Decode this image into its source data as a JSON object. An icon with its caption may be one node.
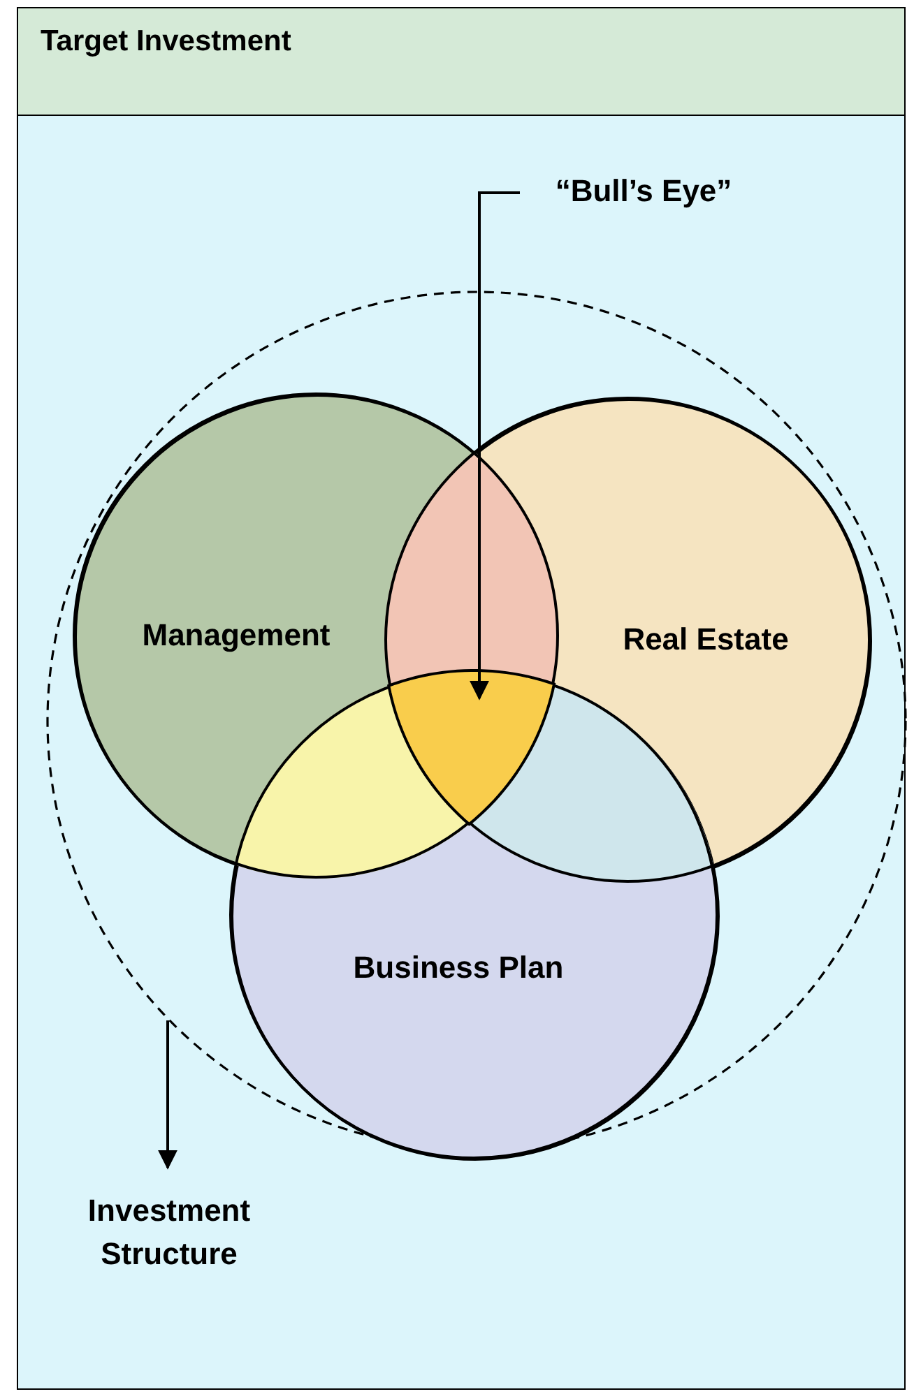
{
  "diagram": {
    "nodes": [
      {
        "text": [
          "Target Investment"
        ]
      },
      {
        "text": [],
        "shape": "circle",
        "in": 0
      },
      {
        "text": [
          "Management"
        ],
        "in": 1
      },
      {
        "text": [
          "Real Estate"
        ],
        "in": 1
      },
      {
        "text": [
          "Business Plan"
        ],
        "in": 1
      },
      {
        "text": [],
        "shape": "triangle"
      },
      {
        "text": [
          "“Bull’s Eye”"
        ],
        "in": 0
      },
      {
        "text": [
          "Investment Structure"
        ],
        "in": 0
      }
    ],
    "edges": [
      {
        "from": 6,
        "to": 5,
        "arrow": "to"
      },
      {
        "from": 1,
        "to": 7,
        "arrow": "to"
      }
    ]
  }
}
